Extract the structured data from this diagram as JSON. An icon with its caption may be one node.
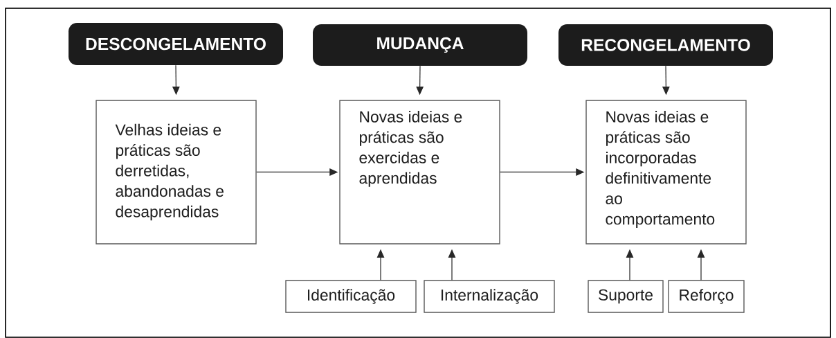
{
  "diagram": {
    "nodes": [
      {
        "text": [
          "DESCONGELAMENTO"
        ]
      },
      {
        "text": [
          "MUDANÇA"
        ]
      },
      {
        "text": [
          "RECONGELAMENTO"
        ]
      },
      {
        "text": [
          "Velhas ideias e práticas são derretidas, abandonadas e desaprendidas"
        ]
      },
      {
        "text": [
          "Novas ideias e práticas são exercidas e aprendidas"
        ]
      },
      {
        "text": [
          "Novas ideias e práticas são incorporadas definitivamente ao comportamento"
        ]
      },
      {
        "text": [
          "Identificação"
        ]
      },
      {
        "text": [
          "Internalização"
        ]
      },
      {
        "text": [
          "Suporte"
        ]
      },
      {
        "text": [
          "Reforço"
        ]
      }
    ],
    "edges": [
      {
        "from": 0,
        "to": 3,
        "arrow": "to"
      },
      {
        "from": 1,
        "to": 4,
        "arrow": "to"
      },
      {
        "from": 2,
        "to": 5,
        "arrow": "to"
      },
      {
        "from": 3,
        "to": 4,
        "arrow": "to"
      },
      {
        "from": 4,
        "to": 5,
        "arrow": "to"
      },
      {
        "from": 6,
        "to": 4,
        "arrow": "to"
      },
      {
        "from": 7,
        "to": 4,
        "arrow": "to"
      },
      {
        "from": 8,
        "to": 5,
        "arrow": "to"
      },
      {
        "from": 9,
        "to": 5,
        "arrow": "to"
      }
    ]
  }
}
